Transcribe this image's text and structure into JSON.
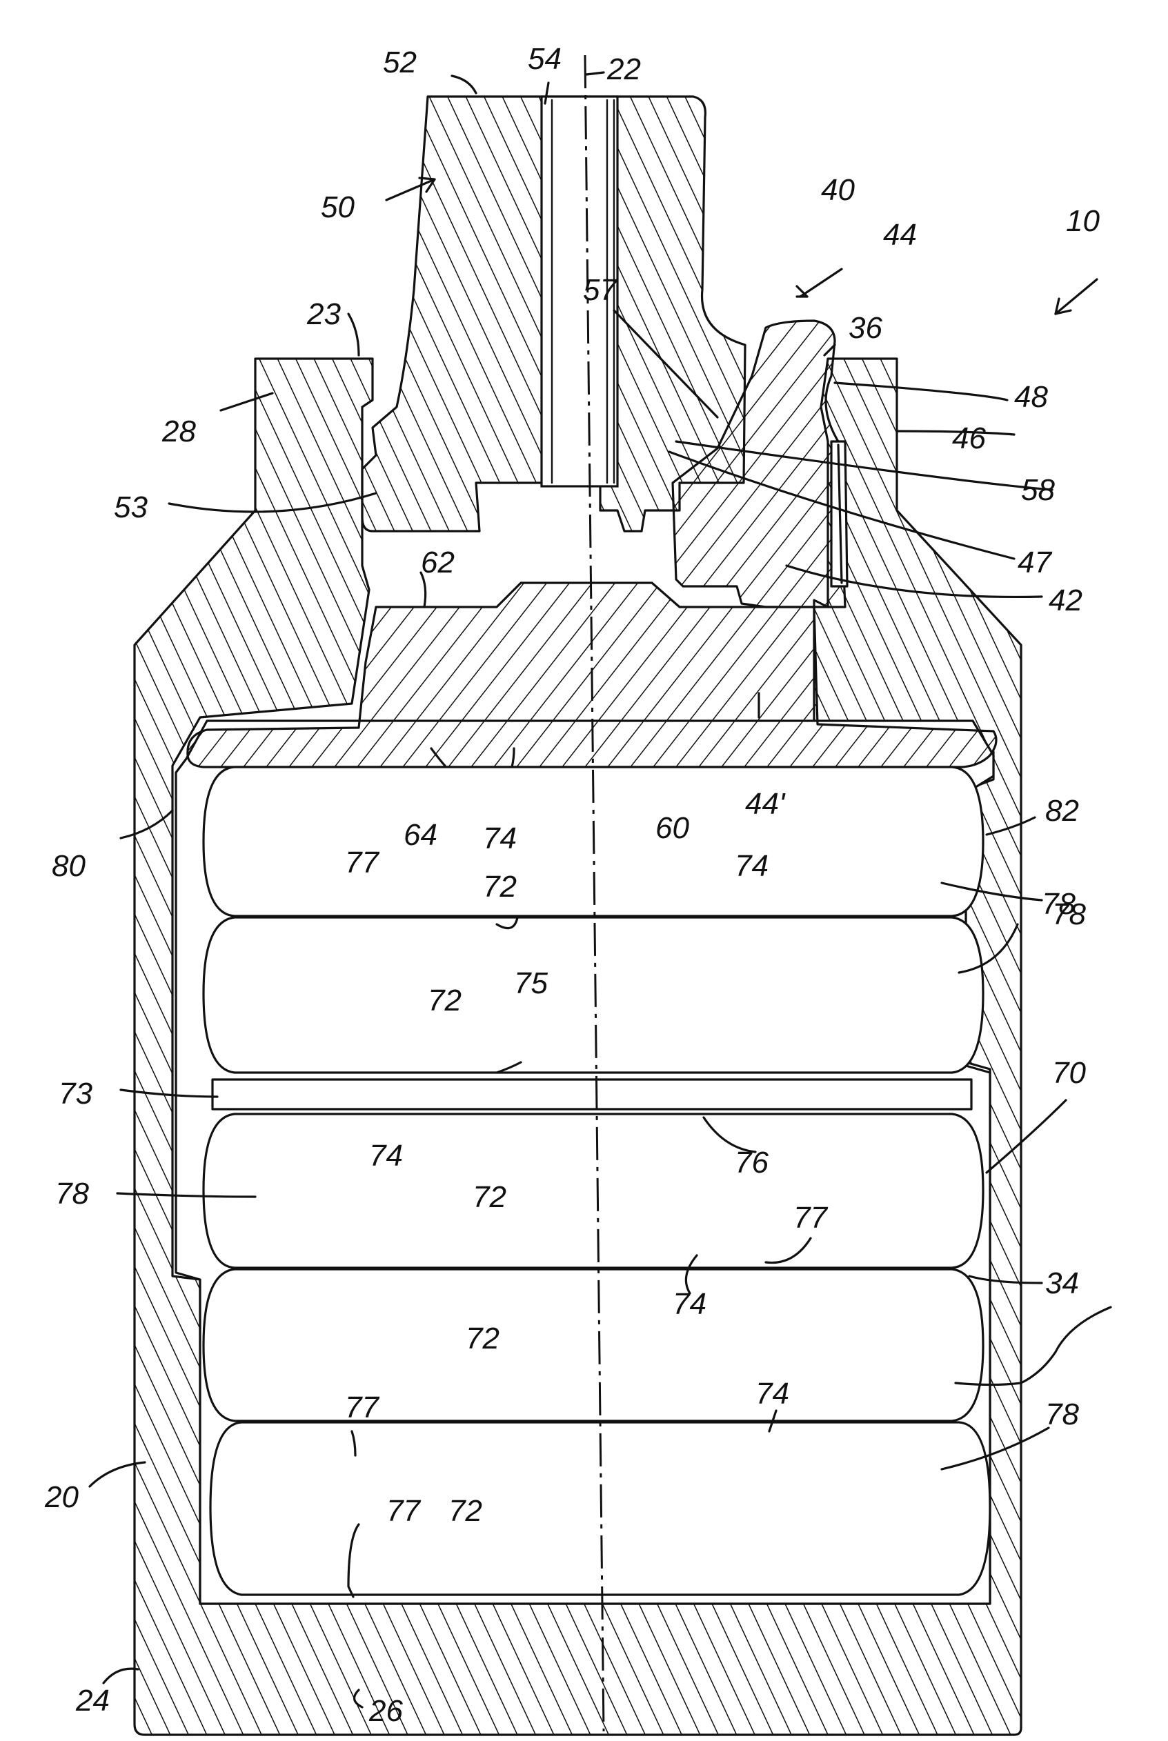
{
  "labels": {
    "l52": "52",
    "l54": "54",
    "l22": "22",
    "l40": "40",
    "l44": "44",
    "l10": "10",
    "l50": "50",
    "l57": "57",
    "l23": "23",
    "l36": "36",
    "l48": "48",
    "l28": "28",
    "l46": "46",
    "l53": "53",
    "l58": "58",
    "l47": "47",
    "l62": "62",
    "l42": "42",
    "l64": "64",
    "l74a": "74",
    "l60": "60",
    "l44p": "44'",
    "l82": "82",
    "l80": "80",
    "l72a": "72",
    "l77a": "77",
    "l74b": "74",
    "l78a": "78",
    "l78b": "78",
    "l75": "75",
    "l72b": "72",
    "l73": "73",
    "l70": "70",
    "l74c": "74",
    "l76": "76",
    "l78c": "78",
    "l72c": "72",
    "l77b": "77",
    "l74d": "74",
    "l34": "34",
    "l72d": "72",
    "l77c": "77",
    "l74e": "74",
    "l78d": "78",
    "l20": "20",
    "l77d": "77",
    "l72e": "72",
    "l24": "24",
    "l26": "26"
  }
}
